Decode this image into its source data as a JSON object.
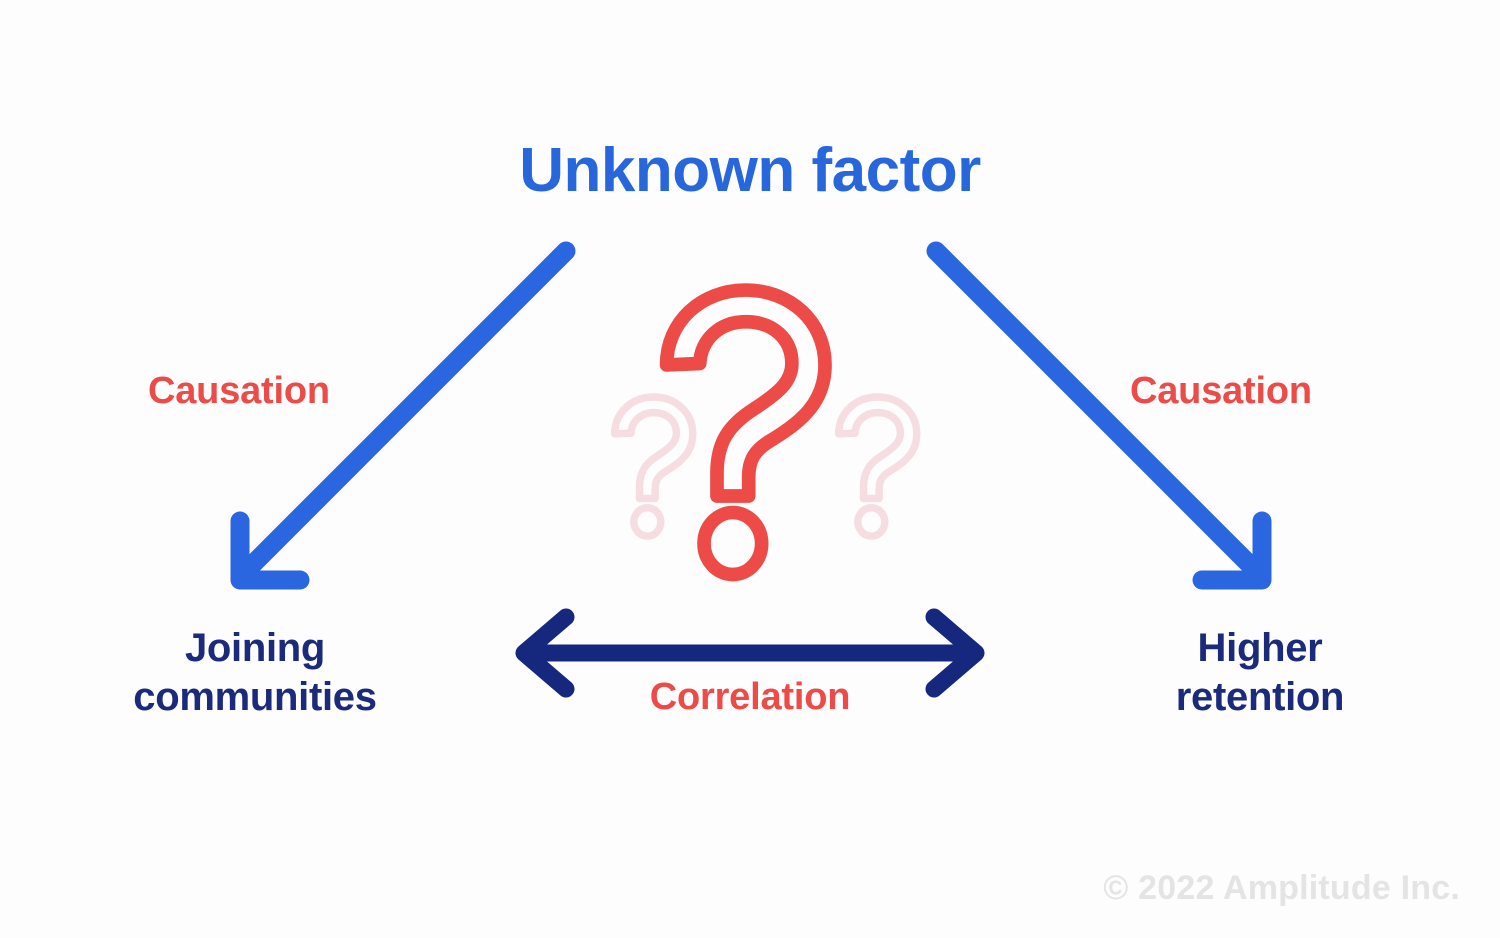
{
  "diagram": {
    "title": "Unknown factor",
    "title_color": "#2866DC",
    "background_color": "#FDFDFD",
    "labels": {
      "causation_left": "Causation",
      "causation_right": "Causation",
      "correlation": "Correlation",
      "causation_color": "#EC4B48",
      "correlation_color": "#EC4B48"
    },
    "nodes": {
      "left_line1": "Joining",
      "left_line2": "communities",
      "right_line1": "Higher",
      "right_line2": "retention",
      "node_color": "#1B2A7A"
    },
    "arrows": {
      "left_causation_color": "#2A66E0",
      "right_causation_color": "#2A66E0",
      "correlation_color": "#16277E"
    },
    "icons": {
      "center_question_mark": "question-mark-icon",
      "center_color": "#EC4B48",
      "side_question_marks": "question-mark-icon-faded",
      "side_color": "#F6DDE1"
    },
    "watermark": "© 2022 Amplitude Inc."
  }
}
